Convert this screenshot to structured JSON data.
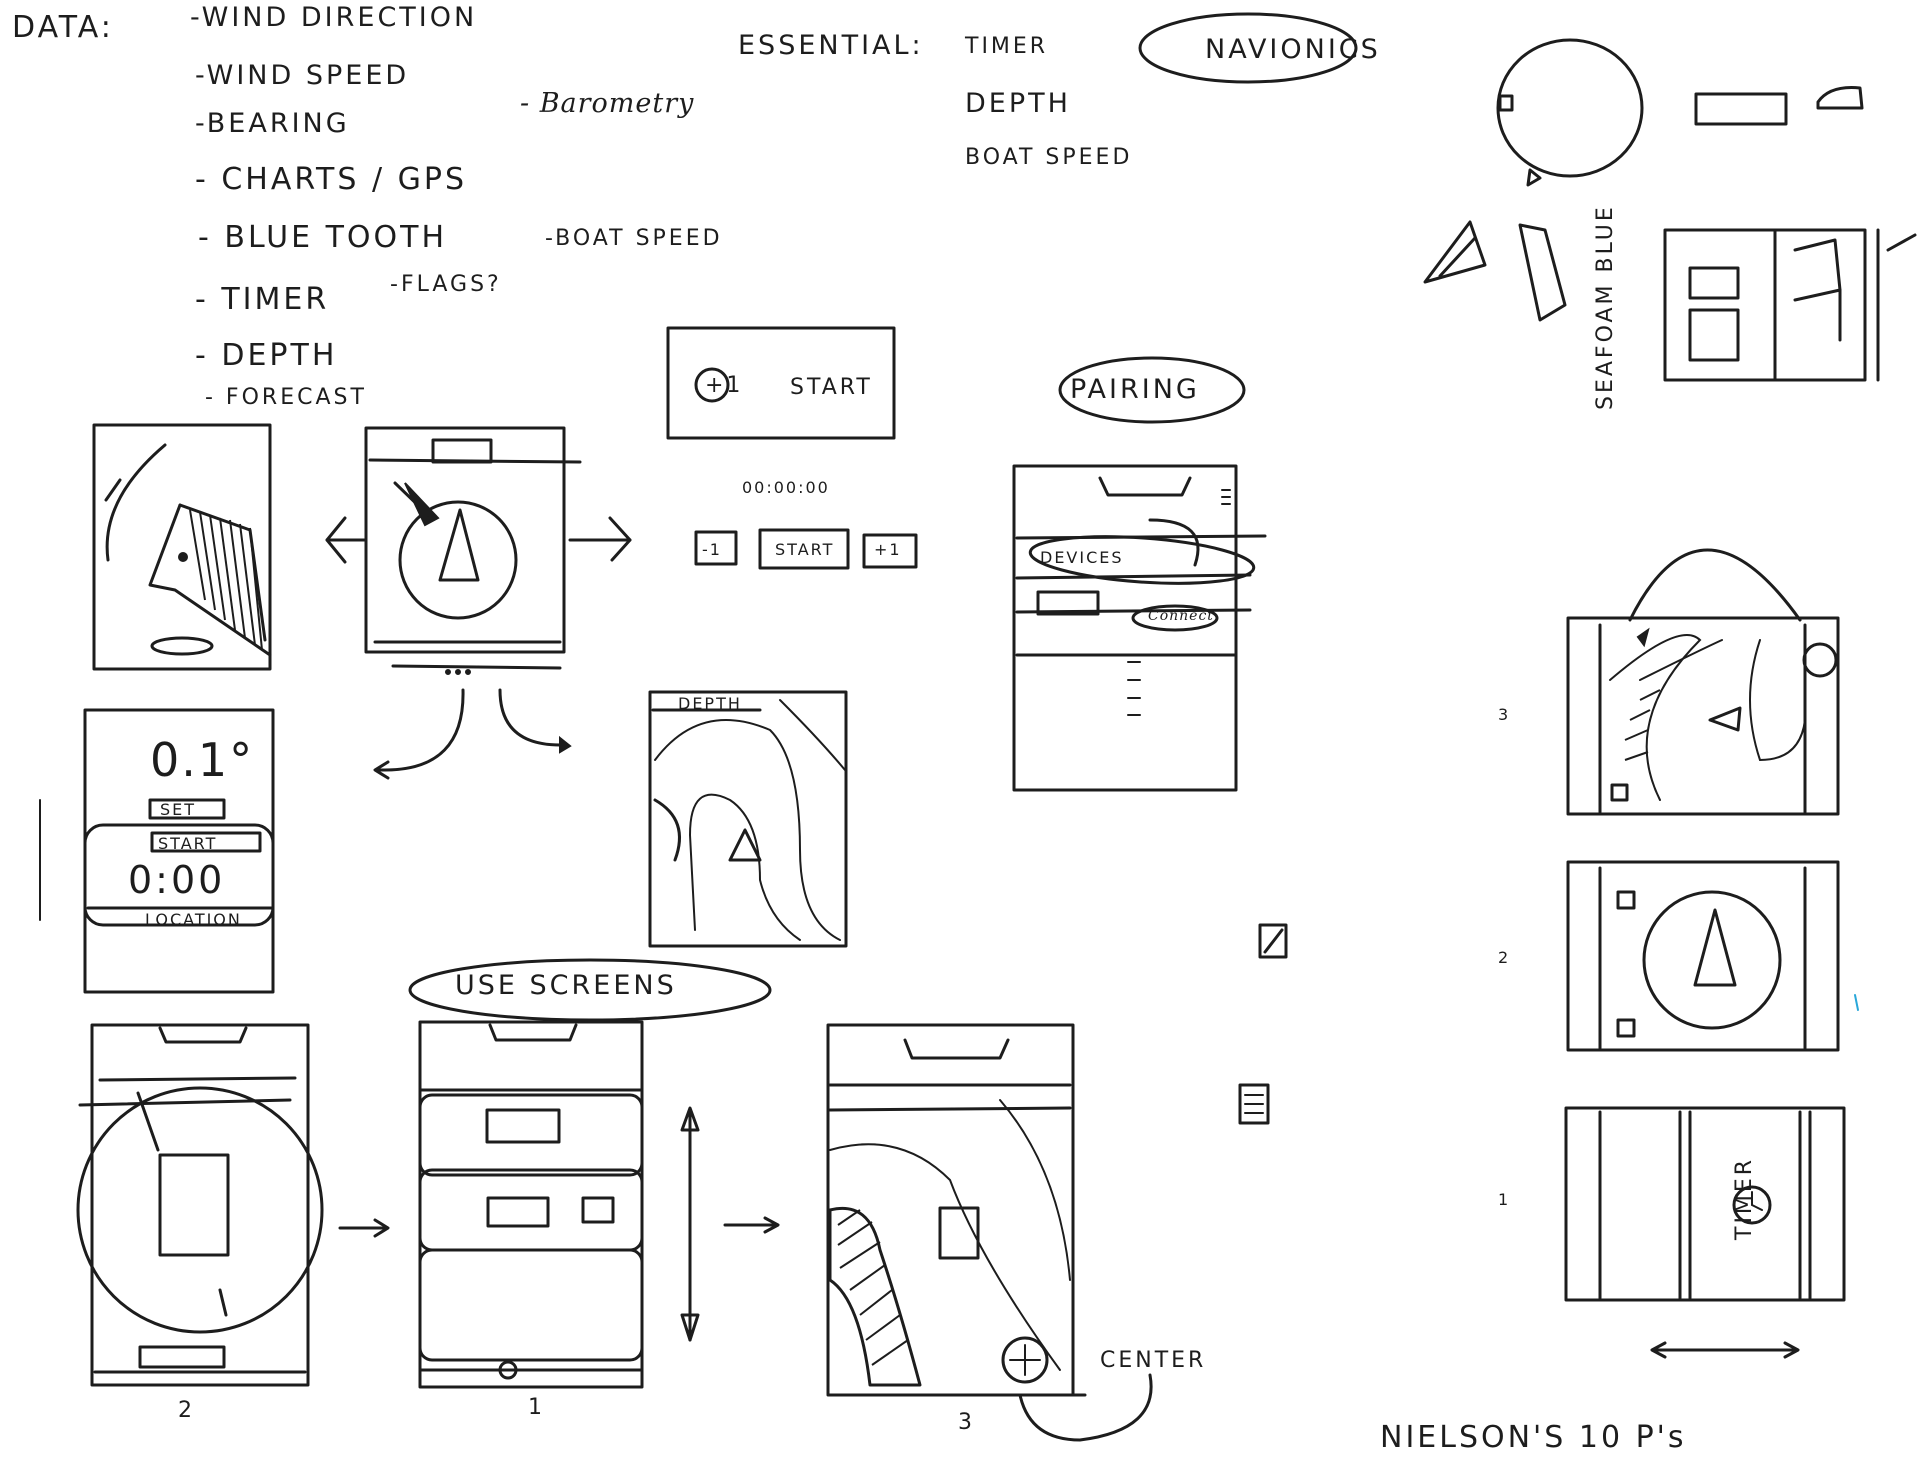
{
  "data_header": "DATA:",
  "data_items": [
    "-WIND DIRECTION",
    "-WIND SPEED",
    "-BEARING",
    "- CHARTS / GPS",
    "- BLUE TOOTH",
    "- TIMER",
    "- DEPTH",
    "- FORECAST"
  ],
  "side_items": [
    "- Barometry",
    "-BOAT SPEED",
    "-FLAGS?"
  ],
  "essential_label": "ESSENTIAL:",
  "essential_items": [
    "TIMER",
    "DEPTH",
    "BOAT SPEED"
  ],
  "navionics_label": "NAVIONICS",
  "pairing_label": "PAIRING",
  "use_screens_label": "USE SCREENS",
  "color_note": "SEAFOAM BLUE",
  "nielson_note": "NIELSON'S 10 P's",
  "center_label": "CENTER",
  "timer_sketch": {
    "start_label": "START",
    "plus_one": "+1",
    "time": "00:00:00",
    "minus_btn": "-1",
    "start_btn": "START",
    "plus_btn": "+1"
  },
  "phone_sketch": {
    "reading": "0.1°",
    "set_btn": "SET",
    "start_btn": "START",
    "time": "0:00",
    "location": "LOCATION"
  },
  "depth_label": "DEPTH",
  "devices_label": "DEVICES",
  "connect_label": "Connect",
  "screen_numbers": [
    "2",
    "1",
    "3"
  ],
  "right_numbers": [
    "3",
    "2",
    "1"
  ],
  "timer_vertical": "TIMER",
  "colors": {
    "ink": "#1d1d1d",
    "paper": "#ffffff",
    "accent_blue": "#2aa7d9"
  }
}
